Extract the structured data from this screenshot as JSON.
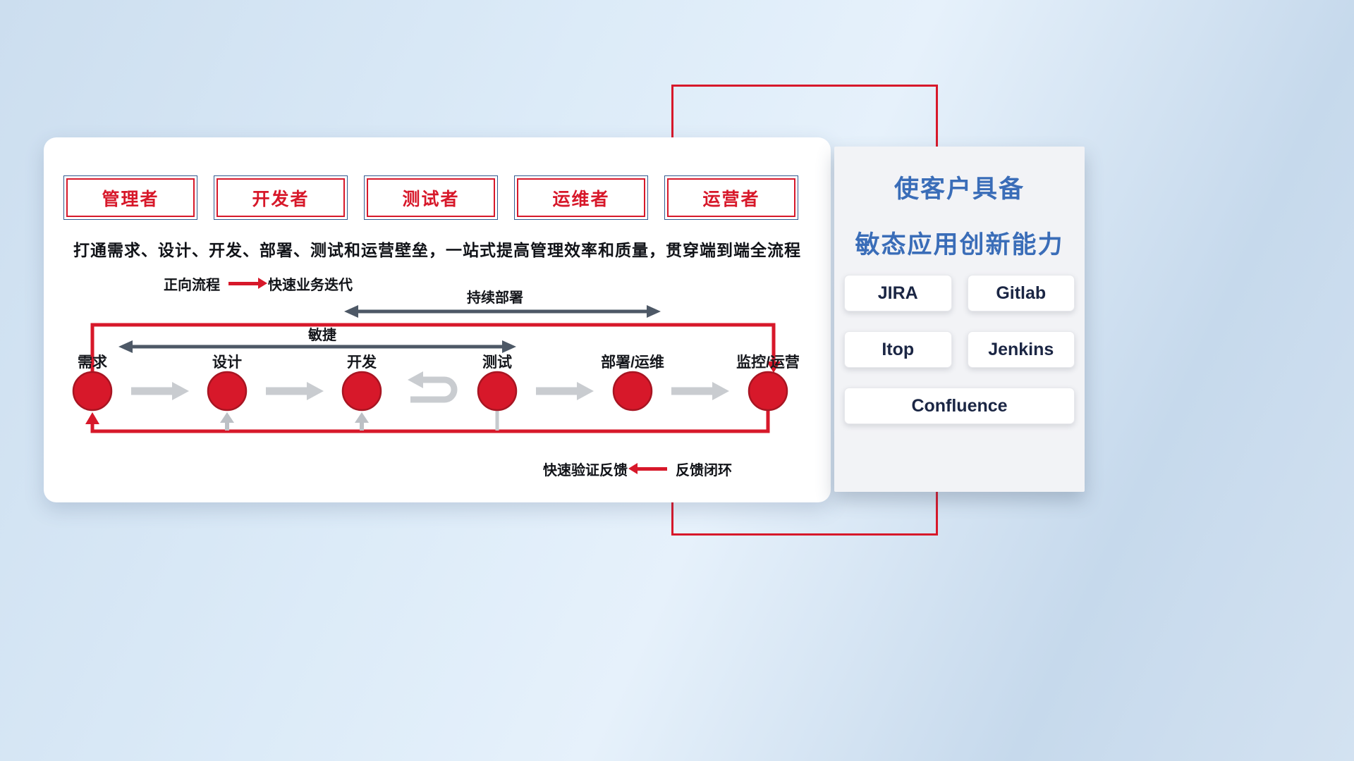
{
  "roles": [
    "管理者",
    "开发者",
    "测试者",
    "运维者",
    "运营者"
  ],
  "subtitle": "打通需求、设计、开发、部署、测试和运营壁垒，一站式提高管理效率和质量，贯穿端到端全流程",
  "legend_forward": {
    "label": "正向流程",
    "desc": "快速业务迭代"
  },
  "legend_feedback": {
    "desc": "快速验证反馈",
    "label": "反馈闭环"
  },
  "flow": {
    "nodes": [
      "需求",
      "设计",
      "开发",
      "测试",
      "部署/运维",
      "监控/运营"
    ],
    "agile_label": "敏捷",
    "cd_label": "持续部署"
  },
  "side_panel": {
    "title_line1": "使客户具备",
    "title_line2": "敏态应用创新能力",
    "tools": [
      "JIRA",
      "Gitlab",
      "Itop",
      "Jenkins",
      "Confluence"
    ]
  },
  "colors": {
    "accent_red": "#d7182a",
    "title_blue": "#3a6db8",
    "dark_arrow": "#4d5866",
    "gray_arrow": "#c9ccd0"
  }
}
